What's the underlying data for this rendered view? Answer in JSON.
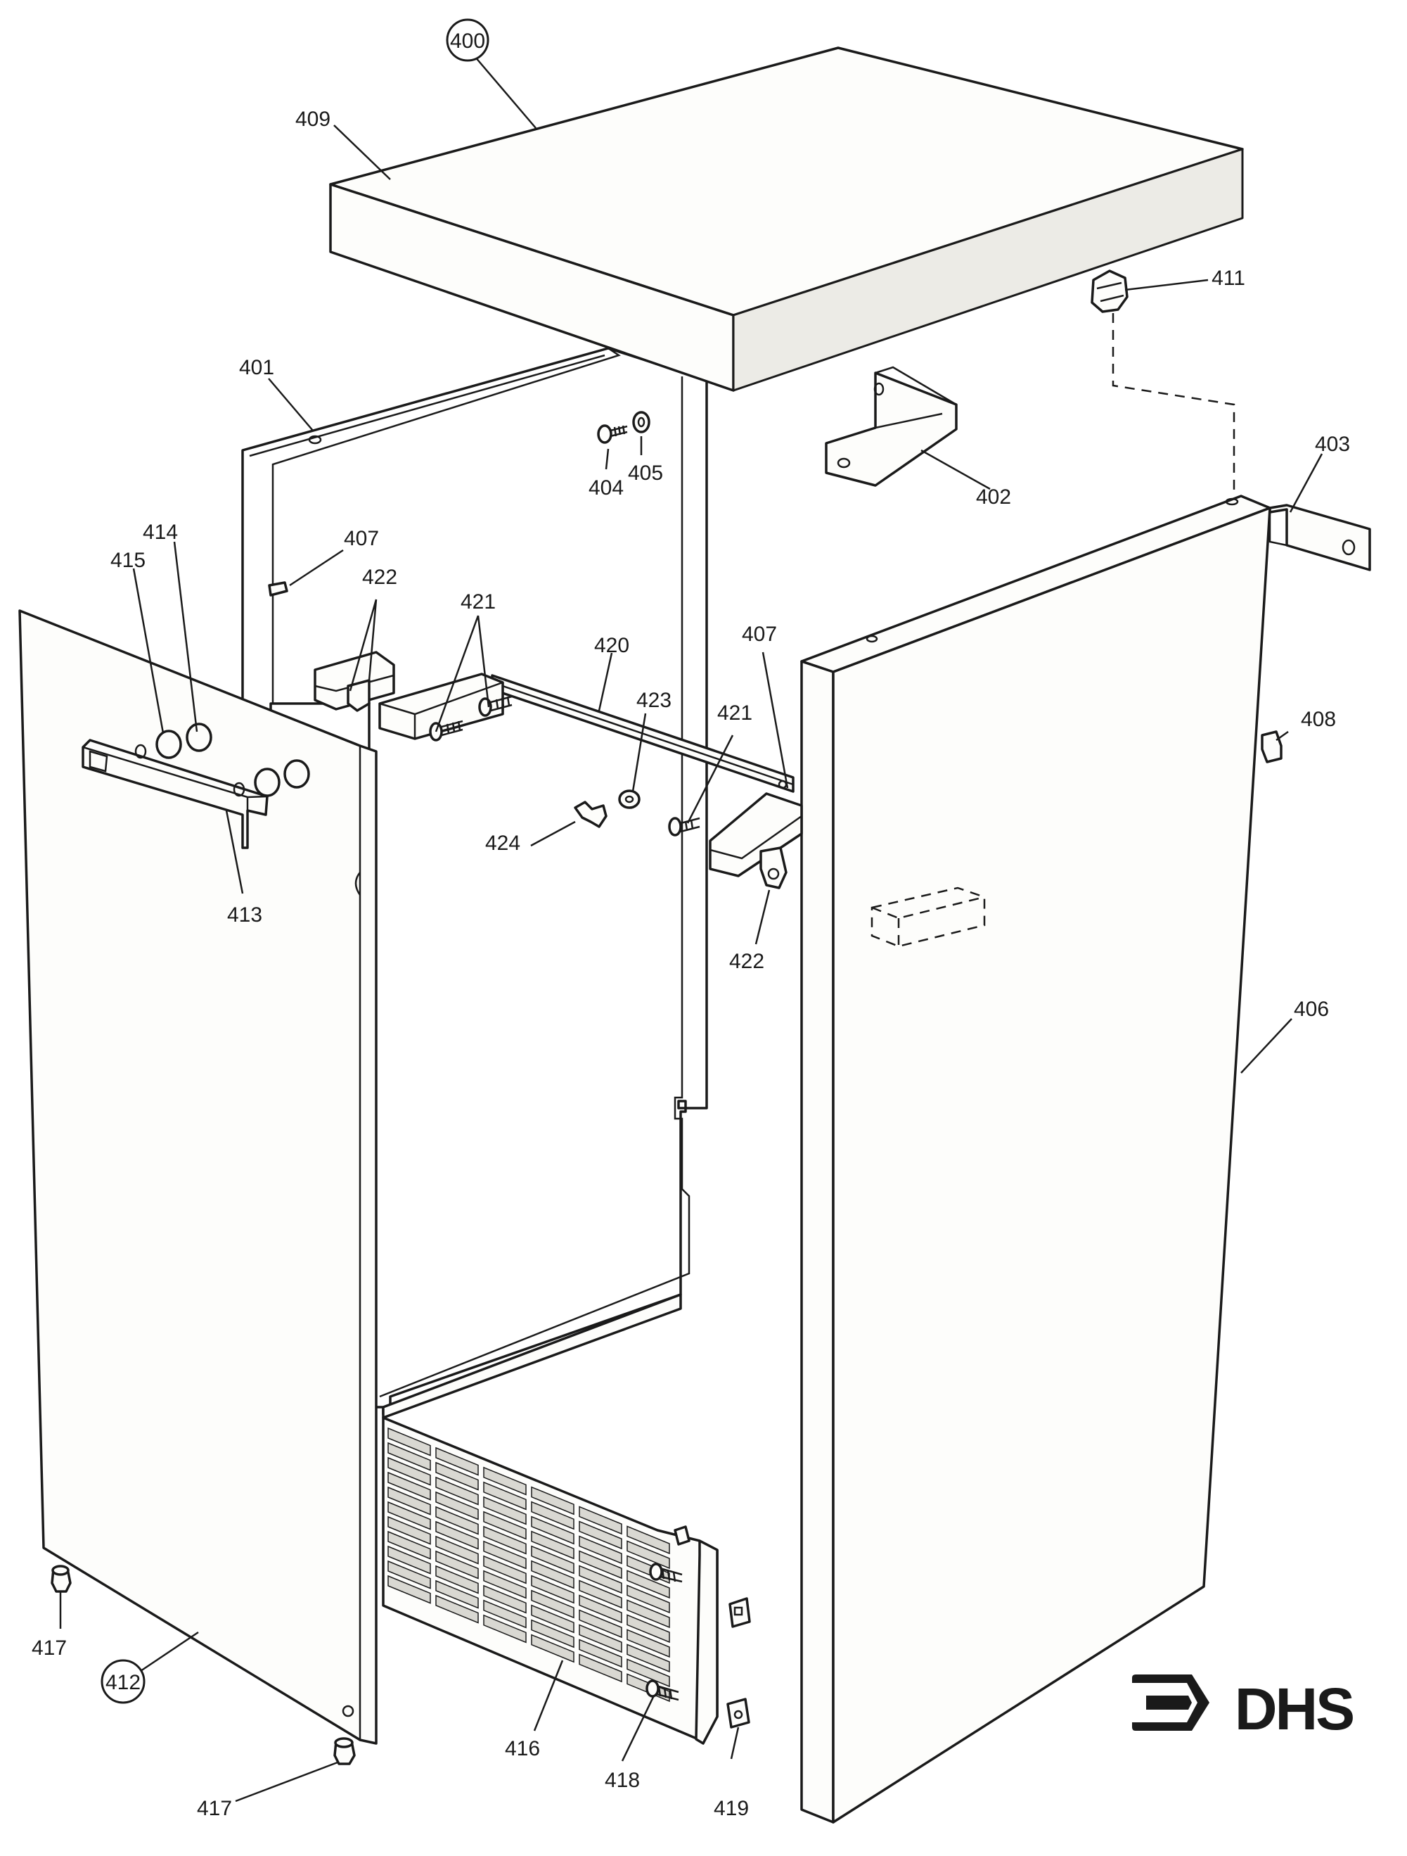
{
  "callouts": {
    "c400": "400",
    "c401": "401",
    "c402": "402",
    "c403": "403",
    "c404": "404",
    "c405": "405",
    "c406": "406",
    "c407a": "407",
    "c407b": "407",
    "c408": "408",
    "c409": "409",
    "c411": "411",
    "c412": "412",
    "c413": "413",
    "c414": "414",
    "c415": "415",
    "c416": "416",
    "c417a": "417",
    "c417b": "417",
    "c418": "418",
    "c419": "419",
    "c420": "420",
    "c421a": "421",
    "c421b": "421",
    "c422a": "422",
    "c422b": "422",
    "c423": "423",
    "c424": "424"
  },
  "logo": {
    "text": "DHS"
  },
  "colors": {
    "line": "#1a1a1a",
    "panel": "#fdfdfb",
    "background": "#ffffff"
  }
}
